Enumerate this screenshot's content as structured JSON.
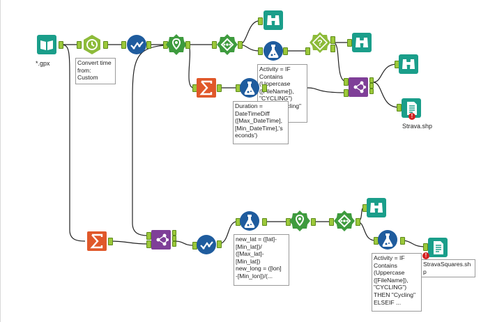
{
  "annotations": {
    "convert_time": "Convert time\nfrom:\nCustom",
    "activity_top": "Activity = IF\nContains\n(Uppercase\n([FileName]),\n\"CYCLING\")\nTHEN \"Cycling\"",
    "duration": "Duration =\nDateTimeDiff\n([Max_DateTime],\n[Min_DateTime],'s\neconds')",
    "new_lat": "new_lat = ([lat]-\n[Min_lat])/\n([Max_lat]-\n[Min_lat])\nnew_long = ([lon]\n-[Min_lon])/(...",
    "activity_bottom": "Activity = IF\nContains\n(Uppercase\n([FileName]),\n\"CYCLING\")\nTHEN \"Cycling\"\nELSEIF ..."
  },
  "labels": {
    "input": "*.gpx",
    "output_top": "Strava.shp",
    "output_bottom": "StravaSquares.sh\np"
  },
  "error_badge": "!",
  "colors": {
    "input_teal": "#1a9e8a",
    "datetime_green": "#8dbb3a",
    "select_blue": "#1f5c9e",
    "parse_green": "#3e9b3e",
    "summarize_orange": "#e0582a",
    "formula_blue": "#1f5c9e",
    "join_purple": "#7f3f98",
    "browse_teal": "#1a9e8a",
    "anchor_green": "#9cc83a",
    "connector": "#222222"
  },
  "tools": [
    {
      "id": "input-data",
      "icon": "book-icon"
    },
    {
      "id": "datetime",
      "icon": "clock-icon"
    },
    {
      "id": "select-top",
      "icon": "check-icon"
    },
    {
      "id": "create-points-top",
      "icon": "map-pin-icon"
    },
    {
      "id": "spatial-info-top",
      "icon": "diamond-dots-icon"
    },
    {
      "id": "browse-1",
      "icon": "binoculars-icon"
    },
    {
      "id": "formula-activity-top",
      "icon": "flask-icon"
    },
    {
      "id": "filter-top",
      "icon": "question-icon"
    },
    {
      "id": "browse-2",
      "icon": "binoculars-icon"
    },
    {
      "id": "summarize-top",
      "icon": "sigma-icon"
    },
    {
      "id": "formula-duration",
      "icon": "flask-icon"
    },
    {
      "id": "join-top",
      "icon": "join-icon"
    },
    {
      "id": "browse-3",
      "icon": "binoculars-icon"
    },
    {
      "id": "output-top",
      "icon": "document-icon"
    },
    {
      "id": "summarize-bottom",
      "icon": "sigma-icon"
    },
    {
      "id": "join-bottom",
      "icon": "join-icon"
    },
    {
      "id": "select-bottom",
      "icon": "check-icon"
    },
    {
      "id": "formula-newlat",
      "icon": "flask-icon"
    },
    {
      "id": "create-points-bottom",
      "icon": "map-pin-icon"
    },
    {
      "id": "spatial-info-bottom",
      "icon": "diamond-dots-icon"
    },
    {
      "id": "browse-4",
      "icon": "binoculars-icon"
    },
    {
      "id": "formula-activity-bottom",
      "icon": "flask-icon"
    },
    {
      "id": "output-bottom",
      "icon": "document-icon"
    }
  ]
}
